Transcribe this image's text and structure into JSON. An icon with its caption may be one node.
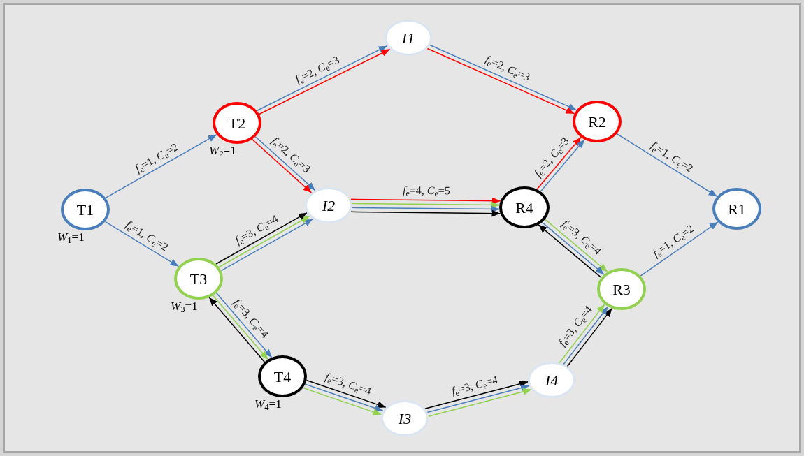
{
  "diagram": {
    "nodes": [
      {
        "text": [
          "T1"
        ],
        "beside": [
          "*W*$_{1}$=1"
        ]
      },
      {
        "text": [
          "T2"
        ],
        "beside": [
          "*W*$_{2}$=1"
        ]
      },
      {
        "text": [
          "I1"
        ]
      },
      {
        "text": [
          "I2"
        ]
      },
      {
        "text": [
          "R4"
        ]
      },
      {
        "text": [
          "R2"
        ]
      },
      {
        "text": [
          "R1"
        ]
      },
      {
        "text": [
          "T3"
        ],
        "beside": [
          "*W*$_{3}$=1"
        ]
      },
      {
        "text": [
          "R3"
        ]
      },
      {
        "text": [
          "T4"
        ],
        "beside": [
          "*W*$_{4}$=1"
        ]
      },
      {
        "text": [
          "I3"
        ]
      },
      {
        "text": [
          "I4"
        ]
      }
    ],
    "edges": [
      {
        "from": 0,
        "to": 1,
        "arrow": "to",
        "color": "#4a7ebb",
        "label": "*f*$_{e}$=1, *C*$_{e}$=2"
      },
      {
        "from": 0,
        "to": 7,
        "arrow": "to",
        "color": "#4a7ebb",
        "label": "*f*$_{e}$=1, *C*$_{e}$=2"
      },
      {
        "from": 1,
        "to": 2,
        "arrow": "to",
        "color": "#4a7ebb",
        "label": "*f*$_{e}$=2, *C*$_{e}$=3"
      },
      {
        "from": 1,
        "to": 2,
        "arrow": "to",
        "color": "#ff0000"
      },
      {
        "from": 2,
        "to": 5,
        "arrow": "to",
        "color": "#4a7ebb",
        "label": "*f*$_{e}$=2, *C*$_{e}$=3"
      },
      {
        "from": 2,
        "to": 5,
        "arrow": "to",
        "color": "#ff0000"
      },
      {
        "from": 1,
        "to": 3,
        "arrow": "to",
        "color": "#4a7ebb",
        "label": "*f*$_{e}$=2, *C*$_{e}$=3"
      },
      {
        "from": 1,
        "to": 3,
        "arrow": "to",
        "color": "#ff0000"
      },
      {
        "from": 7,
        "to": 3,
        "arrow": "to",
        "color": "#4a7ebb",
        "label": "*f*$_{e}$=3, *C*$_{e}$=4"
      },
      {
        "from": 7,
        "to": 3,
        "arrow": "to",
        "color": "#92d050"
      },
      {
        "from": 7,
        "to": 3,
        "arrow": "to",
        "color": "#000000"
      },
      {
        "from": 3,
        "to": 4,
        "arrow": "to",
        "color": "#ff0000",
        "label": "*f*$_{e}$=4, *C*$_{e}$=5"
      },
      {
        "from": 3,
        "to": 4,
        "arrow": "to",
        "color": "#92d050"
      },
      {
        "from": 3,
        "to": 4,
        "arrow": "to",
        "color": "#4a7ebb"
      },
      {
        "from": 3,
        "to": 4,
        "arrow": "to",
        "color": "#000000"
      },
      {
        "from": 4,
        "to": 5,
        "arrow": "to",
        "color": "#ff0000",
        "label": "*f*$_{e}$=2, *C*$_{e}$=3"
      },
      {
        "from": 4,
        "to": 5,
        "arrow": "to",
        "color": "#4a7ebb"
      },
      {
        "from": 5,
        "to": 6,
        "arrow": "to",
        "color": "#4a7ebb",
        "label": "*f*$_{e}$=1, *C*$_{e}$=2"
      },
      {
        "from": 4,
        "to": 8,
        "arrow": "to",
        "color": "#92d050",
        "label": "*f*$_{e}$=3, *C*$_{e}$=4"
      },
      {
        "from": 4,
        "to": 8,
        "arrow": "to",
        "color": "#4a7ebb"
      },
      {
        "from": 8,
        "to": 4,
        "arrow": "to",
        "color": "#000000"
      },
      {
        "from": 8,
        "to": 6,
        "arrow": "to",
        "color": "#4a7ebb",
        "label": "*f*$_{e}$=1, *C*$_{e}$=2"
      },
      {
        "from": 7,
        "to": 9,
        "arrow": "to",
        "color": "#4a7ebb",
        "label": "*f*$_{e}$=3, *C*$_{e}$=4"
      },
      {
        "from": 7,
        "to": 9,
        "arrow": "to",
        "color": "#92d050"
      },
      {
        "from": 9,
        "to": 7,
        "arrow": "to",
        "color": "#000000"
      },
      {
        "from": 9,
        "to": 10,
        "arrow": "to",
        "color": "#000000",
        "label": "*f*$_{e}$=3, *C*$_{e}$=4"
      },
      {
        "from": 9,
        "to": 10,
        "arrow": "to",
        "color": "#4a7ebb"
      },
      {
        "from": 9,
        "to": 10,
        "arrow": "to",
        "color": "#92d050"
      },
      {
        "from": 10,
        "to": 11,
        "arrow": "to",
        "color": "#000000",
        "label": "*f*$_{e}$=3, *C*$_{e}$=4"
      },
      {
        "from": 10,
        "to": 11,
        "arrow": "to",
        "color": "#4a7ebb"
      },
      {
        "from": 10,
        "to": 11,
        "arrow": "to",
        "color": "#92d050"
      },
      {
        "from": 11,
        "to": 8,
        "arrow": "to",
        "color": "#000000",
        "label": "*f*$_{e}$=3, *C*$_{e}$=4"
      },
      {
        "from": 11,
        "to": 8,
        "arrow": "to",
        "color": "#4a7ebb"
      },
      {
        "from": 11,
        "to": 8,
        "arrow": "to",
        "color": "#92d050"
      }
    ]
  }
}
